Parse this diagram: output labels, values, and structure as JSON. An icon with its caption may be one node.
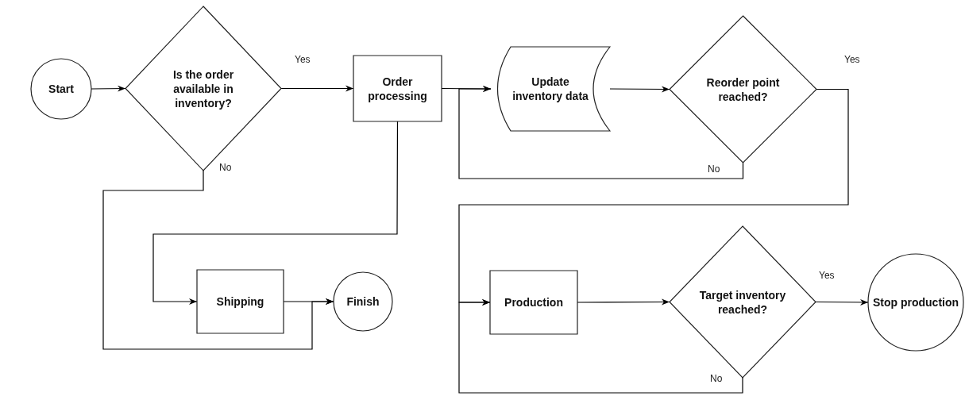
{
  "diagram": {
    "nodes": [
      {
        "text": [
          "Start"
        ]
      },
      {
        "text": [
          "Is the order available in inventory?"
        ]
      },
      {
        "text": [
          "Order processing"
        ]
      },
      {
        "text": [
          "Update inventory data"
        ]
      },
      {
        "text": [
          "Reorder point reached?"
        ]
      },
      {
        "text": [
          "Shipping"
        ]
      },
      {
        "text": [
          "Finish"
        ]
      },
      {
        "text": [
          "Production"
        ]
      },
      {
        "text": [
          "Target inventory reached?"
        ]
      },
      {
        "text": [
          "Stop production"
        ]
      }
    ],
    "edges": [
      {
        "from": 0,
        "to": 1,
        "arrow": "to"
      },
      {
        "from": 1,
        "to": 2,
        "arrow": "to",
        "label": "Yes"
      },
      {
        "from": 1,
        "to": 6,
        "arrow": "to",
        "label": "No"
      },
      {
        "from": 2,
        "to": 5,
        "arrow": "to"
      },
      {
        "from": 5,
        "to": 6,
        "arrow": "to"
      },
      {
        "from": 2,
        "to": 3,
        "arrow": "to"
      },
      {
        "from": 3,
        "to": 4,
        "arrow": "to"
      },
      {
        "from": 4,
        "to": 3,
        "arrow": "to",
        "label": "No"
      },
      {
        "from": 4,
        "to": 7,
        "arrow": "to",
        "label": "Yes"
      },
      {
        "from": 7,
        "to": 8,
        "arrow": "to"
      },
      {
        "from": 8,
        "to": 9,
        "arrow": "to",
        "label": "Yes"
      },
      {
        "from": 8,
        "to": 7,
        "arrow": "to",
        "label": "No"
      }
    ]
  }
}
